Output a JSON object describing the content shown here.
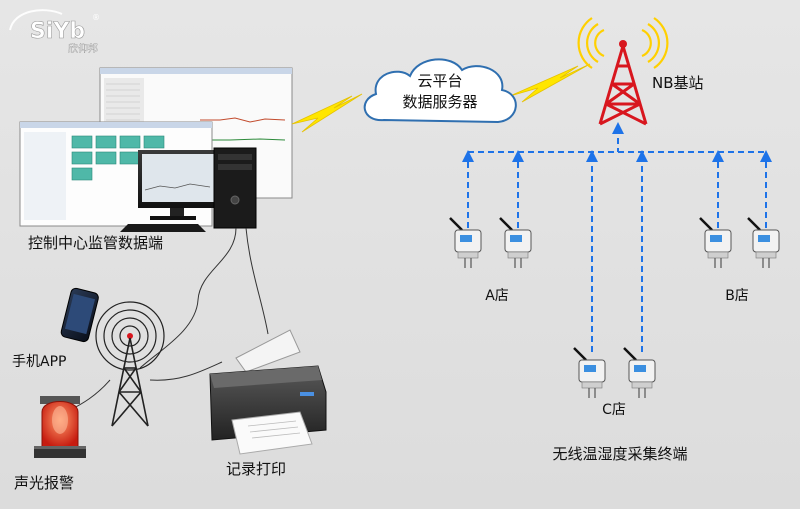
{
  "logo": {
    "text": "SiYb",
    "subtext": "欣仰邦",
    "reg": "®"
  },
  "cloud": {
    "line1": "云平台",
    "line2": "数据服务器"
  },
  "tower": {
    "label": "NB基站"
  },
  "control_center": {
    "label": "控制中心监管数据端"
  },
  "mobile": {
    "label": "手机APP"
  },
  "alarm": {
    "label": "声光报警"
  },
  "printer": {
    "label": "记录打印"
  },
  "stores": {
    "a": "A店",
    "b": "B店",
    "c": "C店"
  },
  "terminals": {
    "label": "无线温湿度采集终端"
  },
  "colors": {
    "link": "#1e73e8",
    "bolt": "#ffe600",
    "tower_red": "#d8161e",
    "sensor_blue": "#3b8fe0"
  }
}
